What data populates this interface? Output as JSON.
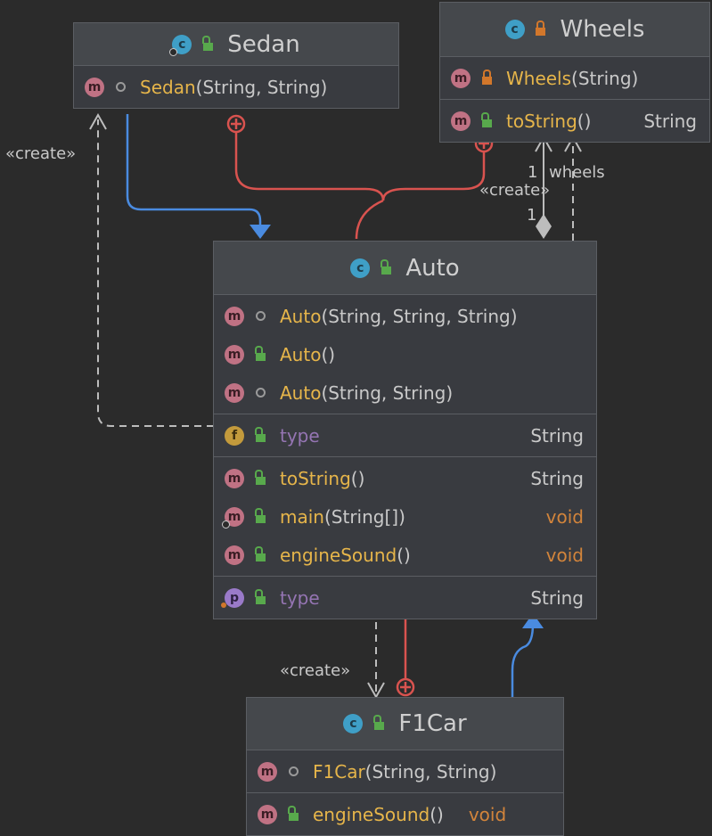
{
  "classes": {
    "sedan": {
      "name": "Sedan",
      "members": [
        {
          "name": "Sedan",
          "params": "(String, String)",
          "type": ""
        }
      ]
    },
    "wheels": {
      "name": "Wheels",
      "members": [
        {
          "name": "Wheels",
          "params": "(String)",
          "type": ""
        },
        {
          "name": "toString",
          "params": "()",
          "type": "String"
        }
      ]
    },
    "auto": {
      "name": "Auto",
      "constructors": [
        {
          "name": "Auto",
          "params": "(String, String, String)"
        },
        {
          "name": "Auto",
          "params": "()"
        },
        {
          "name": "Auto",
          "params": "(String, String)"
        }
      ],
      "fields": [
        {
          "name": "type",
          "type": "String"
        }
      ],
      "methods": [
        {
          "name": "toString",
          "params": "()",
          "type": "String"
        },
        {
          "name": "main",
          "params": "(String[])",
          "type": "void"
        },
        {
          "name": "engineSound",
          "params": "()",
          "type": "void"
        }
      ],
      "properties": [
        {
          "name": "type",
          "type": "String"
        }
      ]
    },
    "f1car": {
      "name": "F1Car",
      "members": [
        {
          "name": "F1Car",
          "params": "(String, String)",
          "type": ""
        },
        {
          "name": "engineSound",
          "params": "()",
          "type": "void"
        }
      ]
    }
  },
  "badges": {
    "class": "c",
    "method": "m",
    "field": "f",
    "property": "p"
  },
  "edge_labels": {
    "sedan_create": "«create»",
    "wheels_create": "«create»",
    "wheels_role": "wheels",
    "wheels_mult_top": "1",
    "wheels_mult_bottom": "1",
    "f1car_create": "«create»"
  },
  "colors": {
    "background": "#2b2b2b",
    "inheritance": "#4a8be0",
    "inner_class": "#d9534f",
    "dependency": "#bdbdbd",
    "method_name": "#e6b54a",
    "field_name": "#9575b3",
    "void_type": "#d2843b"
  }
}
